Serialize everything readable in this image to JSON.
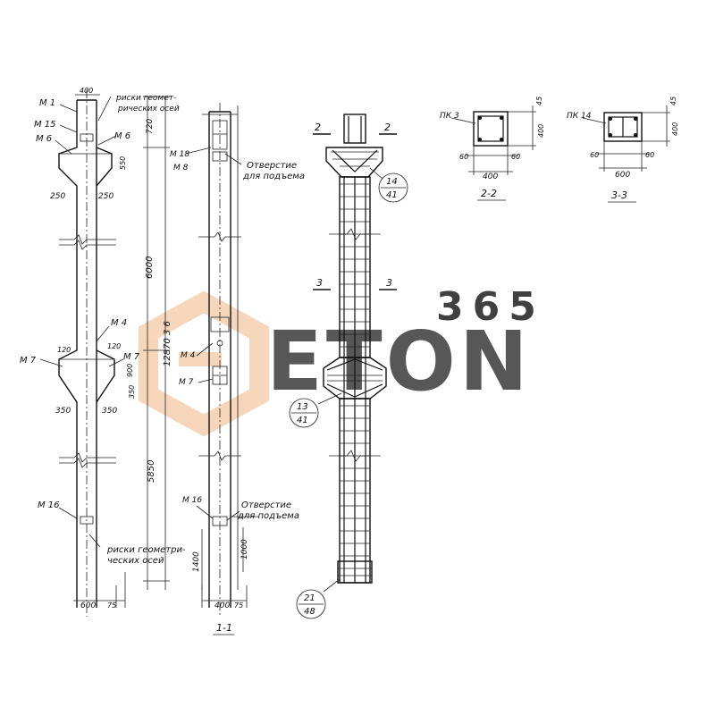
{
  "watermark": {
    "brand": "ETON",
    "number": "365",
    "brand_color": "#c7c7c7",
    "accent_color": "#f3c9a4"
  },
  "elevation_left": {
    "labels": {
      "m1": "М 1",
      "m15": "М 15",
      "m6_left": "М 6",
      "m6_right": "М 6",
      "m4": "М 4",
      "m7_left": "М 7",
      "m7_right": "М 7",
      "m16": "М 16"
    },
    "note_top": [
      "риски геомет-",
      "рических осей"
    ],
    "note_bottom": [
      "риски геометри-",
      "ческих осей"
    ],
    "dims": {
      "top_width": "400",
      "d720": "720",
      "d250_left": "250",
      "d250_right": "250",
      "d6000": "6000",
      "d12870": "12870 3 6",
      "d120_left": "120",
      "d120_right": "120",
      "d350_left": "350",
      "d350_right": "350",
      "d5850": "5850",
      "d600_bottom": "600",
      "d75_bottom": "75",
      "d900": "900",
      "d350_v": "350",
      "d550": "550"
    }
  },
  "section_1_1": {
    "labels": {
      "m18": "М 18",
      "m8": "М 8",
      "m4": "М 4",
      "m7": "М 7",
      "m16": "М 16"
    },
    "note_top": [
      "Отверстие",
      "для подъема"
    ],
    "note_bottom": [
      "Отверстие",
      "для подъема"
    ],
    "dims": {
      "d1400": "1400",
      "d1000": "1000",
      "d400_bottom": "400",
      "d75": "75"
    },
    "caption": "1-1"
  },
  "reinforcement": {
    "cut_labels": {
      "top_left": "2",
      "top_right": "2",
      "mid_left": "3",
      "mid_right": "3"
    },
    "callouts": [
      {
        "top": "14",
        "bottom": "41"
      },
      {
        "top": "13",
        "bottom": "41"
      },
      {
        "top": "21",
        "bottom": "48"
      }
    ]
  },
  "section_2_2": {
    "mark": "ПК 3",
    "dims": {
      "width": "400",
      "height": "400",
      "c45": "45",
      "c60_left": "60",
      "c60_right": "60"
    },
    "caption": "2-2"
  },
  "section_3_3": {
    "mark": "ПК 14",
    "dims": {
      "width": "600",
      "height": "400",
      "c45": "45",
      "c60_left": "60",
      "c60_right": "60"
    },
    "caption": "3-3"
  }
}
